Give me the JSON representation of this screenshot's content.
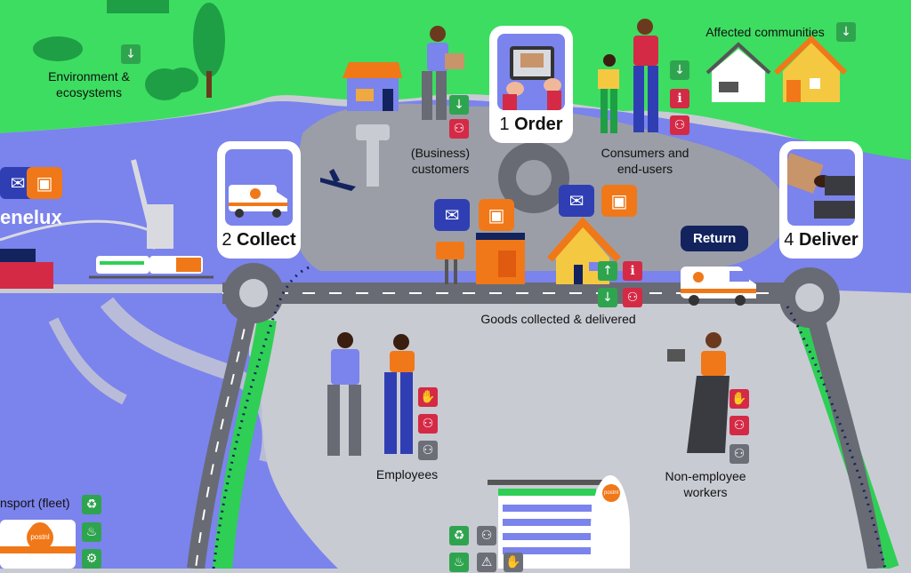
{
  "labels": {
    "environment": "Environment &\necosystems",
    "affected_communities": "Affected communities",
    "business_customers": "(Business)\ncustomers",
    "consumers": "Consumers and\nend-users",
    "goods": "Goods collected & delivered",
    "employees": "Employees",
    "non_employee": "Non-employee\nworkers",
    "transport": "nsport (fleet)",
    "benelux": "enelux",
    "return": "Return"
  },
  "steps": {
    "order": {
      "num": "1",
      "name": "Order"
    },
    "collect": {
      "num": "2",
      "name": "Collect"
    },
    "deliver": {
      "num": "4",
      "name": "Deliver"
    }
  },
  "brand": {
    "postnl": "postnl"
  },
  "icons": {
    "down": "down-arrow-icon",
    "up": "up-arrow-icon",
    "info": "info-icon",
    "people": "people-icon",
    "handshake": "handshake-icon",
    "recycle": "recycle-icon",
    "flame": "flame-icon",
    "gear": "gear-icon",
    "warning": "warning-icon",
    "envelope": "envelope-icon",
    "package": "package-icon"
  },
  "colors": {
    "green_land": "#3ddd61",
    "water": "#7b83ec",
    "road": "#9b9ea7",
    "ground": "#c9cbd3",
    "postnl_orange": "#f07818",
    "navy": "#13235e",
    "badge_green": "#2fa44f",
    "badge_red": "#d42a46",
    "badge_gray": "#6d6f78"
  }
}
